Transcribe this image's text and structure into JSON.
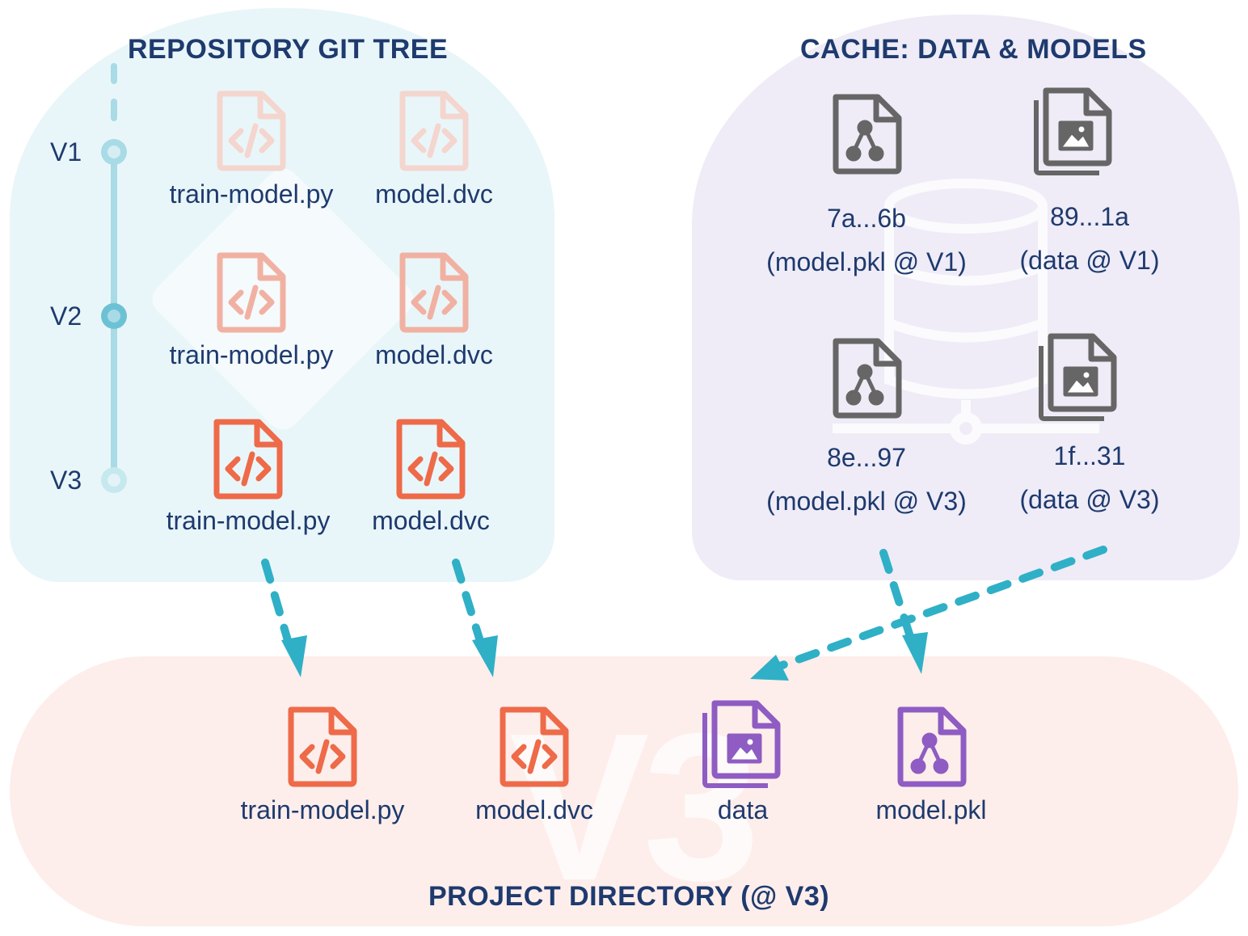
{
  "repo": {
    "title": "REPOSITORY GIT TREE",
    "versions": [
      "V1",
      "V2",
      "V3"
    ],
    "rows": [
      {
        "script": "train-model.py",
        "dvc": "model.dvc"
      },
      {
        "script": "train-model.py",
        "dvc": "model.dvc"
      },
      {
        "script": "train-model.py",
        "dvc": "model.dvc"
      }
    ]
  },
  "cache": {
    "title": "CACHE: DATA & MODELS",
    "items": [
      {
        "hash": "7a...6b",
        "desc": "(model.pkl @ V1)"
      },
      {
        "hash": "89...1a",
        "desc": "(data @ V1)"
      },
      {
        "hash": "8e...97",
        "desc": "(model.pkl @ V3)"
      },
      {
        "hash": "1f...31",
        "desc": "(data @ V3)"
      }
    ]
  },
  "project": {
    "title": "PROJECT DIRECTORY (@ V3)",
    "watermark": "V3",
    "files": [
      "train-model.py",
      "model.dvc",
      "data",
      "model.pkl"
    ]
  },
  "colors": {
    "orange": "#ee6a48",
    "orange_mid": "#f1b1a2",
    "orange_light": "#f4d6cf",
    "purple": "#8e5cc2",
    "gray": "#666666",
    "teal_arrow": "#2fb0c6",
    "timeline": "#a8dbe6",
    "text": "#1e3a6e"
  }
}
